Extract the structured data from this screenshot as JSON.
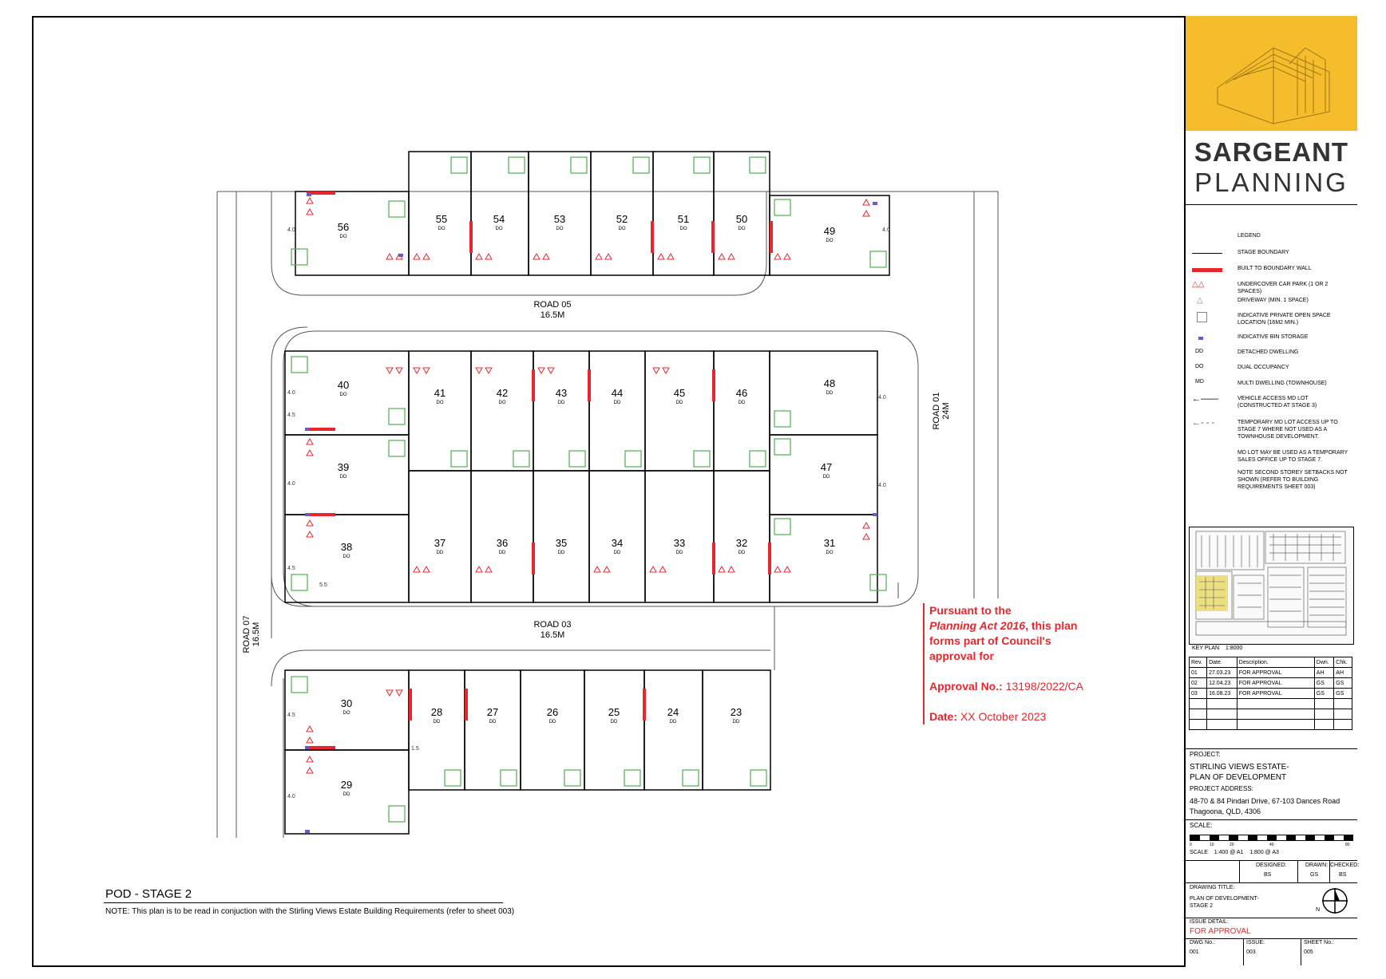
{
  "road_labels": {
    "road05_name": "ROAD 05",
    "road05_width": "16.5M",
    "road03_name": "ROAD 03",
    "road03_width": "16.5M",
    "road07_name": "ROAD 07",
    "road07_width": "16.5M",
    "road01_name": "ROAD 01",
    "road01_width": "24M"
  },
  "lots": [
    {
      "number": "56",
      "type": "DO"
    },
    {
      "number": "55",
      "type": "DO"
    },
    {
      "number": "54",
      "type": "DO"
    },
    {
      "number": "53",
      "type": "DO"
    },
    {
      "number": "52",
      "type": "DO"
    },
    {
      "number": "51",
      "type": "DO"
    },
    {
      "number": "50",
      "type": "DO"
    },
    {
      "number": "49",
      "type": "DO"
    },
    {
      "number": "40",
      "type": "DO"
    },
    {
      "number": "41",
      "type": "DO"
    },
    {
      "number": "42",
      "type": "DO"
    },
    {
      "number": "43",
      "type": "DD"
    },
    {
      "number": "44",
      "type": "DD"
    },
    {
      "number": "45",
      "type": "DD"
    },
    {
      "number": "46",
      "type": "DD"
    },
    {
      "number": "48",
      "type": "DD"
    },
    {
      "number": "39",
      "type": "DD"
    },
    {
      "number": "47",
      "type": "DD"
    },
    {
      "number": "38",
      "type": "DO"
    },
    {
      "number": "37",
      "type": "DD"
    },
    {
      "number": "36",
      "type": "DD"
    },
    {
      "number": "35",
      "type": "DD"
    },
    {
      "number": "34",
      "type": "DD"
    },
    {
      "number": "33",
      "type": "DD"
    },
    {
      "number": "32",
      "type": "DD"
    },
    {
      "number": "31",
      "type": "DO"
    },
    {
      "number": "30",
      "type": "DO"
    },
    {
      "number": "28",
      "type": "DD"
    },
    {
      "number": "27",
      "type": "DD"
    },
    {
      "number": "26",
      "type": "DD"
    },
    {
      "number": "25",
      "type": "DD"
    },
    {
      "number": "24",
      "type": "DD"
    },
    {
      "number": "23",
      "type": "DD"
    },
    {
      "number": "29",
      "type": "DD"
    }
  ],
  "setback_labels": {
    "s40": "4.0",
    "s45": "4.5",
    "s55": "5.5",
    "s15": "1.5"
  },
  "brand": {
    "line1": "SARGEANT",
    "line2": "PLANNING"
  },
  "legend": {
    "title": "LEGEND",
    "stage_boundary": "STAGE BOUNDARY",
    "built_to_boundary": "BUILT TO BOUNDARY WALL",
    "undercover_car": "UNDERCOVER CAR PARK (1 OR 2 SPACES)",
    "driveway": "DRIVEWAY (MIN. 1 SPACE)",
    "private_open_space": "INDICATIVE PRIVATE OPEN SPACE LOCATION (16M2 MIN.)",
    "bin_storage": "INDICATIVE BIN STORAGE",
    "dd_code": "DD",
    "dd_label": "DETACHED DWELLING",
    "do_code": "DO",
    "do_label": "DUAL OCCUPANCY",
    "md_code": "MD",
    "md_label": "MULTI DWELLING (TOWNHOUSE)",
    "vehicle_access": "VEHICLE ACCESS MD LOT (CONSTRUCTED AT STAGE 3)",
    "temporary_access": "TEMPORARY MD LOT ACCESS UP TO STAGE 7 WHERE NOT USED AS A TOWNHOUSE DEVELOPMENT.",
    "md_sales_note": "MD LOT MAY BE USED AS A TEMPORARY SALES OFFICE UP TO STAGE 7.",
    "second_storey_note": "NOTE SECOND STOREY SETBACKS NOT SHOWN (REFER TO BUILDING REQUIREMENTS SHEET 003)"
  },
  "key_plan": {
    "label": "KEY PLAN",
    "scale": "1:8000"
  },
  "revisions": {
    "headers": [
      "Rev.",
      "Date.",
      "Description.",
      "Dwn.",
      "Chk."
    ],
    "rows": [
      [
        "01",
        "27.03.23",
        "FOR APPROVAL",
        "AH",
        "AH"
      ],
      [
        "02",
        "12.04.23",
        "FOR APPROVAL",
        "GS",
        "GS"
      ],
      [
        "03",
        "16.08.23",
        "FOR APPROVAL",
        "GS",
        "GS"
      ]
    ]
  },
  "project": {
    "label": "PROJECT:",
    "name_line1": "STIRLING VIEWS ESTATE-",
    "name_line2": "PLAN OF DEVELOPMENT",
    "address_label": "PROJECT ADDRESS:",
    "address_line1": "48-70 & 84 Pindari Drive, 67-103 Dances Road",
    "address_line2": "Thagoona, QLD, 4306"
  },
  "scale": {
    "label": "SCALE:",
    "ticks": [
      "0",
      "10",
      "20",
      "40",
      "80"
    ],
    "text": "SCALE    1:400 @ A1    1:800 @ A3"
  },
  "signoff": {
    "designed_label": "DESIGNED:",
    "designed": "BS",
    "drawn_label": "DRAWN:",
    "drawn": "GS",
    "checked_label": "CHECKED:",
    "checked": "BS"
  },
  "drawing": {
    "title_label": "DRAWING TITLE:",
    "title_line1": "PLAN OF DEVELOPMENT-",
    "title_line2": "STAGE 2",
    "north": "N",
    "issue_label": "ISSUE DETAIL:",
    "issue": "FOR APPROVAL",
    "dwg_label": "DWG No.:",
    "dwg": "001",
    "issue_no_label": "ISSUE:",
    "issue_no": "003",
    "sheet_label": "SHEET No.:",
    "sheet": "005"
  },
  "approval": {
    "line1": "Pursuant to the",
    "act": "Planning Act 2016",
    "line2": ", this plan",
    "line3": "forms part of Council's",
    "line4": "approval for",
    "approval_label": "Approval No.: ",
    "approval_no": "13198/2022/CA",
    "date_label": "Date: ",
    "date": "XX October 2023"
  },
  "pod": {
    "title": "POD - STAGE 2",
    "note": "NOTE: This plan is to be read in conjuction with the Stirling Views Estate Building Requirements (refer to sheet 003)"
  },
  "colors": {
    "boundary_wall": "#e8262c",
    "open_space": "#4caf50",
    "bin": "#6a5acd",
    "logo_bg": "#f5bd2b",
    "key_highlight": "#e9d96a"
  }
}
